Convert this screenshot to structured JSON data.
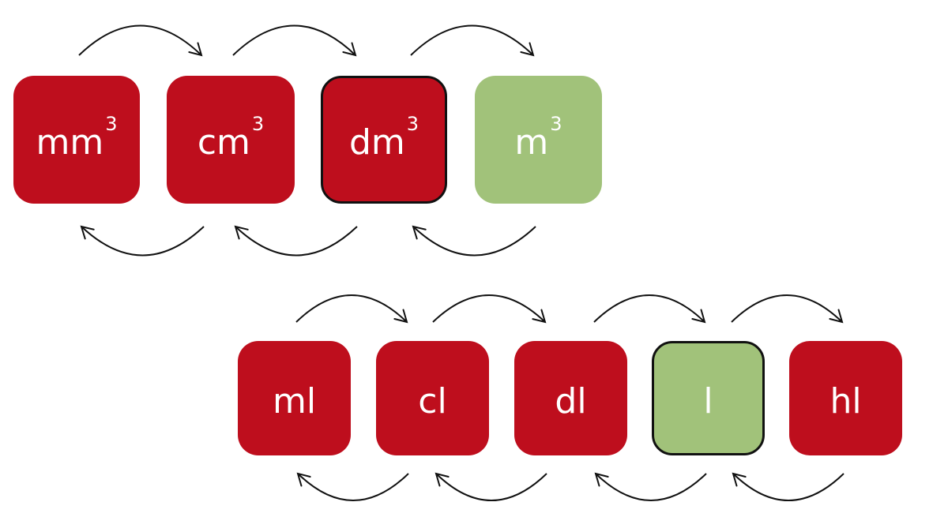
{
  "colors": {
    "unit_red": "#be0e1d",
    "base_green": "#a1c27a",
    "highlight_border": "#111111",
    "arrow": "#111111"
  },
  "volume_units": [
    {
      "label": "mm",
      "exponent": "3",
      "color": "unit_red",
      "highlighted": false
    },
    {
      "label": "cm",
      "exponent": "3",
      "color": "unit_red",
      "highlighted": false
    },
    {
      "label": "dm",
      "exponent": "3",
      "color": "unit_red",
      "highlighted": true
    },
    {
      "label": "m",
      "exponent": "3",
      "color": "base_green",
      "highlighted": false
    }
  ],
  "capacity_units": [
    {
      "label": "ml",
      "color": "unit_red",
      "highlighted": false
    },
    {
      "label": "cl",
      "color": "unit_red",
      "highlighted": false
    },
    {
      "label": "dl",
      "color": "unit_red",
      "highlighted": false
    },
    {
      "label": "l",
      "color": "base_green",
      "highlighted": true
    },
    {
      "label": "hl",
      "color": "unit_red",
      "highlighted": false
    }
  ],
  "arrows": {
    "volume_forward": 3,
    "volume_backward": 3,
    "capacity_forward": 4,
    "capacity_backward": 4
  }
}
